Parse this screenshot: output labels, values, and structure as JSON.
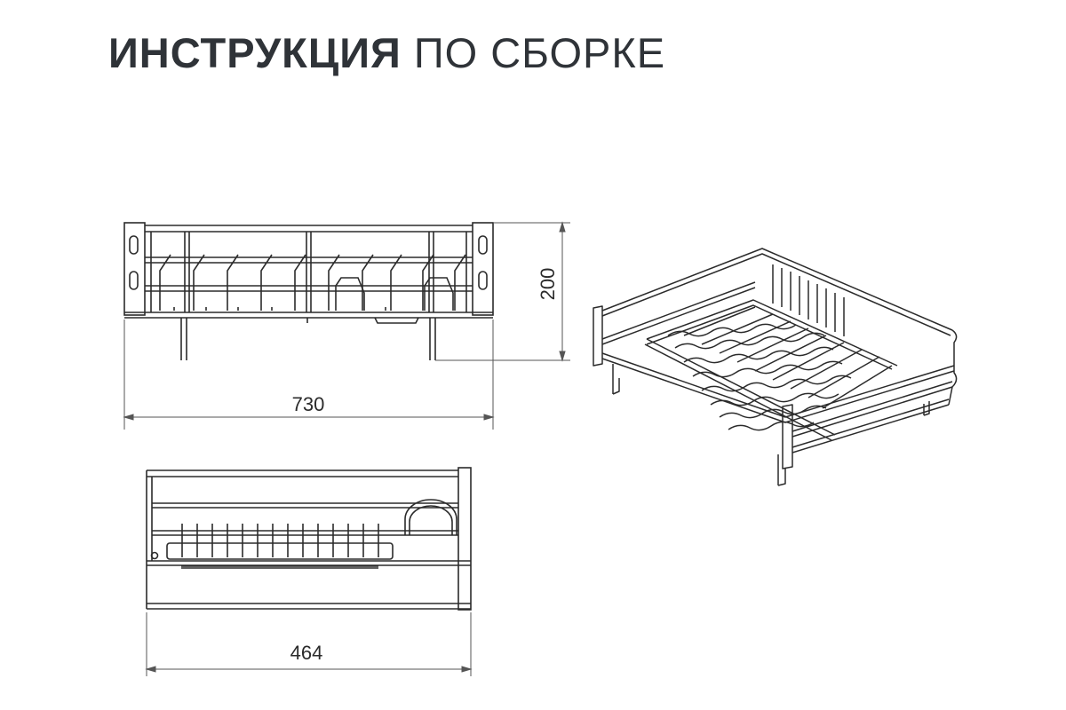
{
  "title": {
    "bold": "ИНСТРУКЦИЯ",
    "light": "ПО СБОРКЕ"
  },
  "dimensions": {
    "front_width": "730",
    "front_height": "200",
    "top_width": "464"
  },
  "colors": {
    "title": "#2f3338",
    "line": "#2b2b2b",
    "dim_line": "#555555"
  }
}
